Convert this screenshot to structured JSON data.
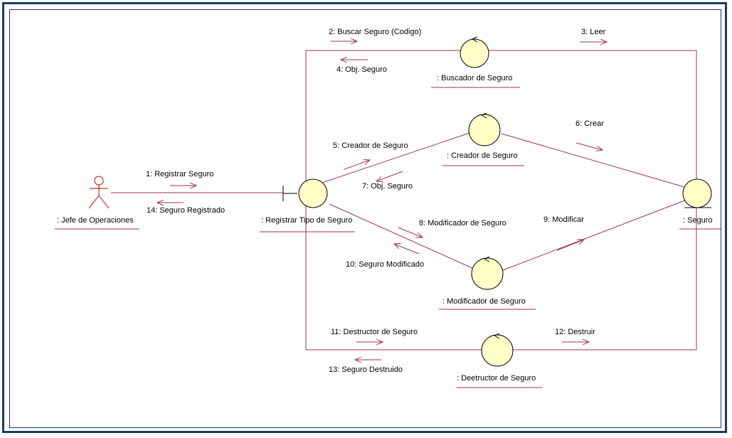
{
  "colors": {
    "line": "#a0325a",
    "object_fill": "#ffffc8",
    "object_stroke": "#000000",
    "actor": "#c00000",
    "frame": "#1f3864"
  },
  "actor": {
    "label": ": Jefe de Operaciones",
    "icon": "stick-figure-actor-icon"
  },
  "objects": {
    "registrar": {
      "label": ": Registrar Tipo de Seguro",
      "icon": "boundary-icon"
    },
    "buscador": {
      "label": ": Buscador de Seguro",
      "icon": "control-icon"
    },
    "creador": {
      "label": ": Creador de Seguro",
      "icon": "control-icon"
    },
    "modificador": {
      "label": ": Modificador de Seguro",
      "icon": "control-icon"
    },
    "destructor": {
      "label": ": Deetructor de Seguro",
      "icon": "control-icon"
    },
    "seguro": {
      "label": ": Seguro",
      "icon": "entity-icon"
    }
  },
  "messages": {
    "m1": "1:  Registrar  Seguro",
    "m2": "2: Buscar  Seguro (Codigo)",
    "m3": "3: Leer",
    "m4": "4: Obj.  Seguro",
    "m5": "5: Creador de Seguro",
    "m6": "6: Crear",
    "m7": "7: Obj.  Seguro",
    "m8": "8: Modificador  de Seguro",
    "m9": "9: Modificar",
    "m10": "10: Seguro Modificado",
    "m11": "11: Destructor de Seguro",
    "m12": "12: Destruir",
    "m13": "13: Seguro Destruido",
    "m14": "14: Seguro Registrado"
  }
}
